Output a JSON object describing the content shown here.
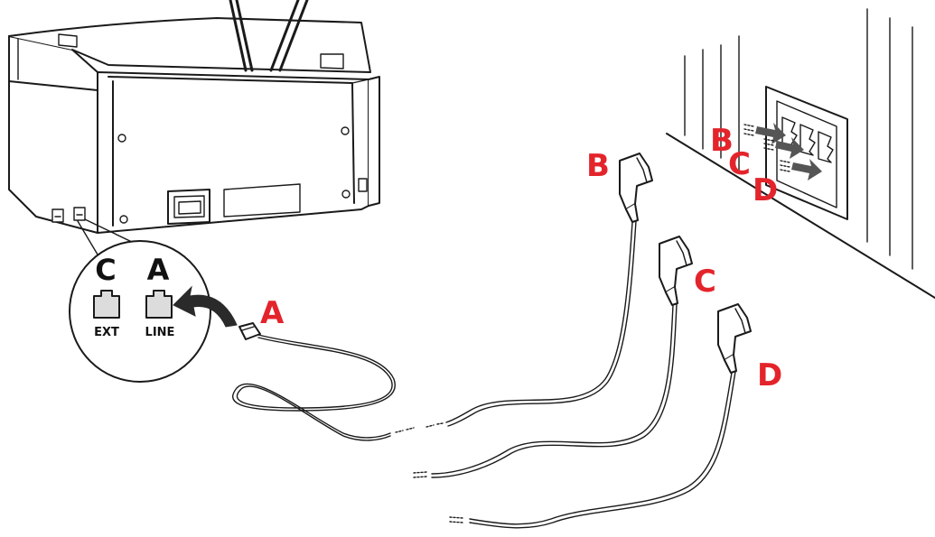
{
  "callout": {
    "left_letter": "C",
    "right_letter": "A",
    "left_port": "EXT",
    "right_port": "LINE"
  },
  "plugs": {
    "a": "A",
    "b": "B",
    "c": "C",
    "d": "D"
  },
  "wall_socket": {
    "b": "B",
    "c": "C",
    "d": "D"
  },
  "colors": {
    "label_red": "#e3242b",
    "line": "#1a1a1a",
    "arrow_gray": "#555555"
  }
}
